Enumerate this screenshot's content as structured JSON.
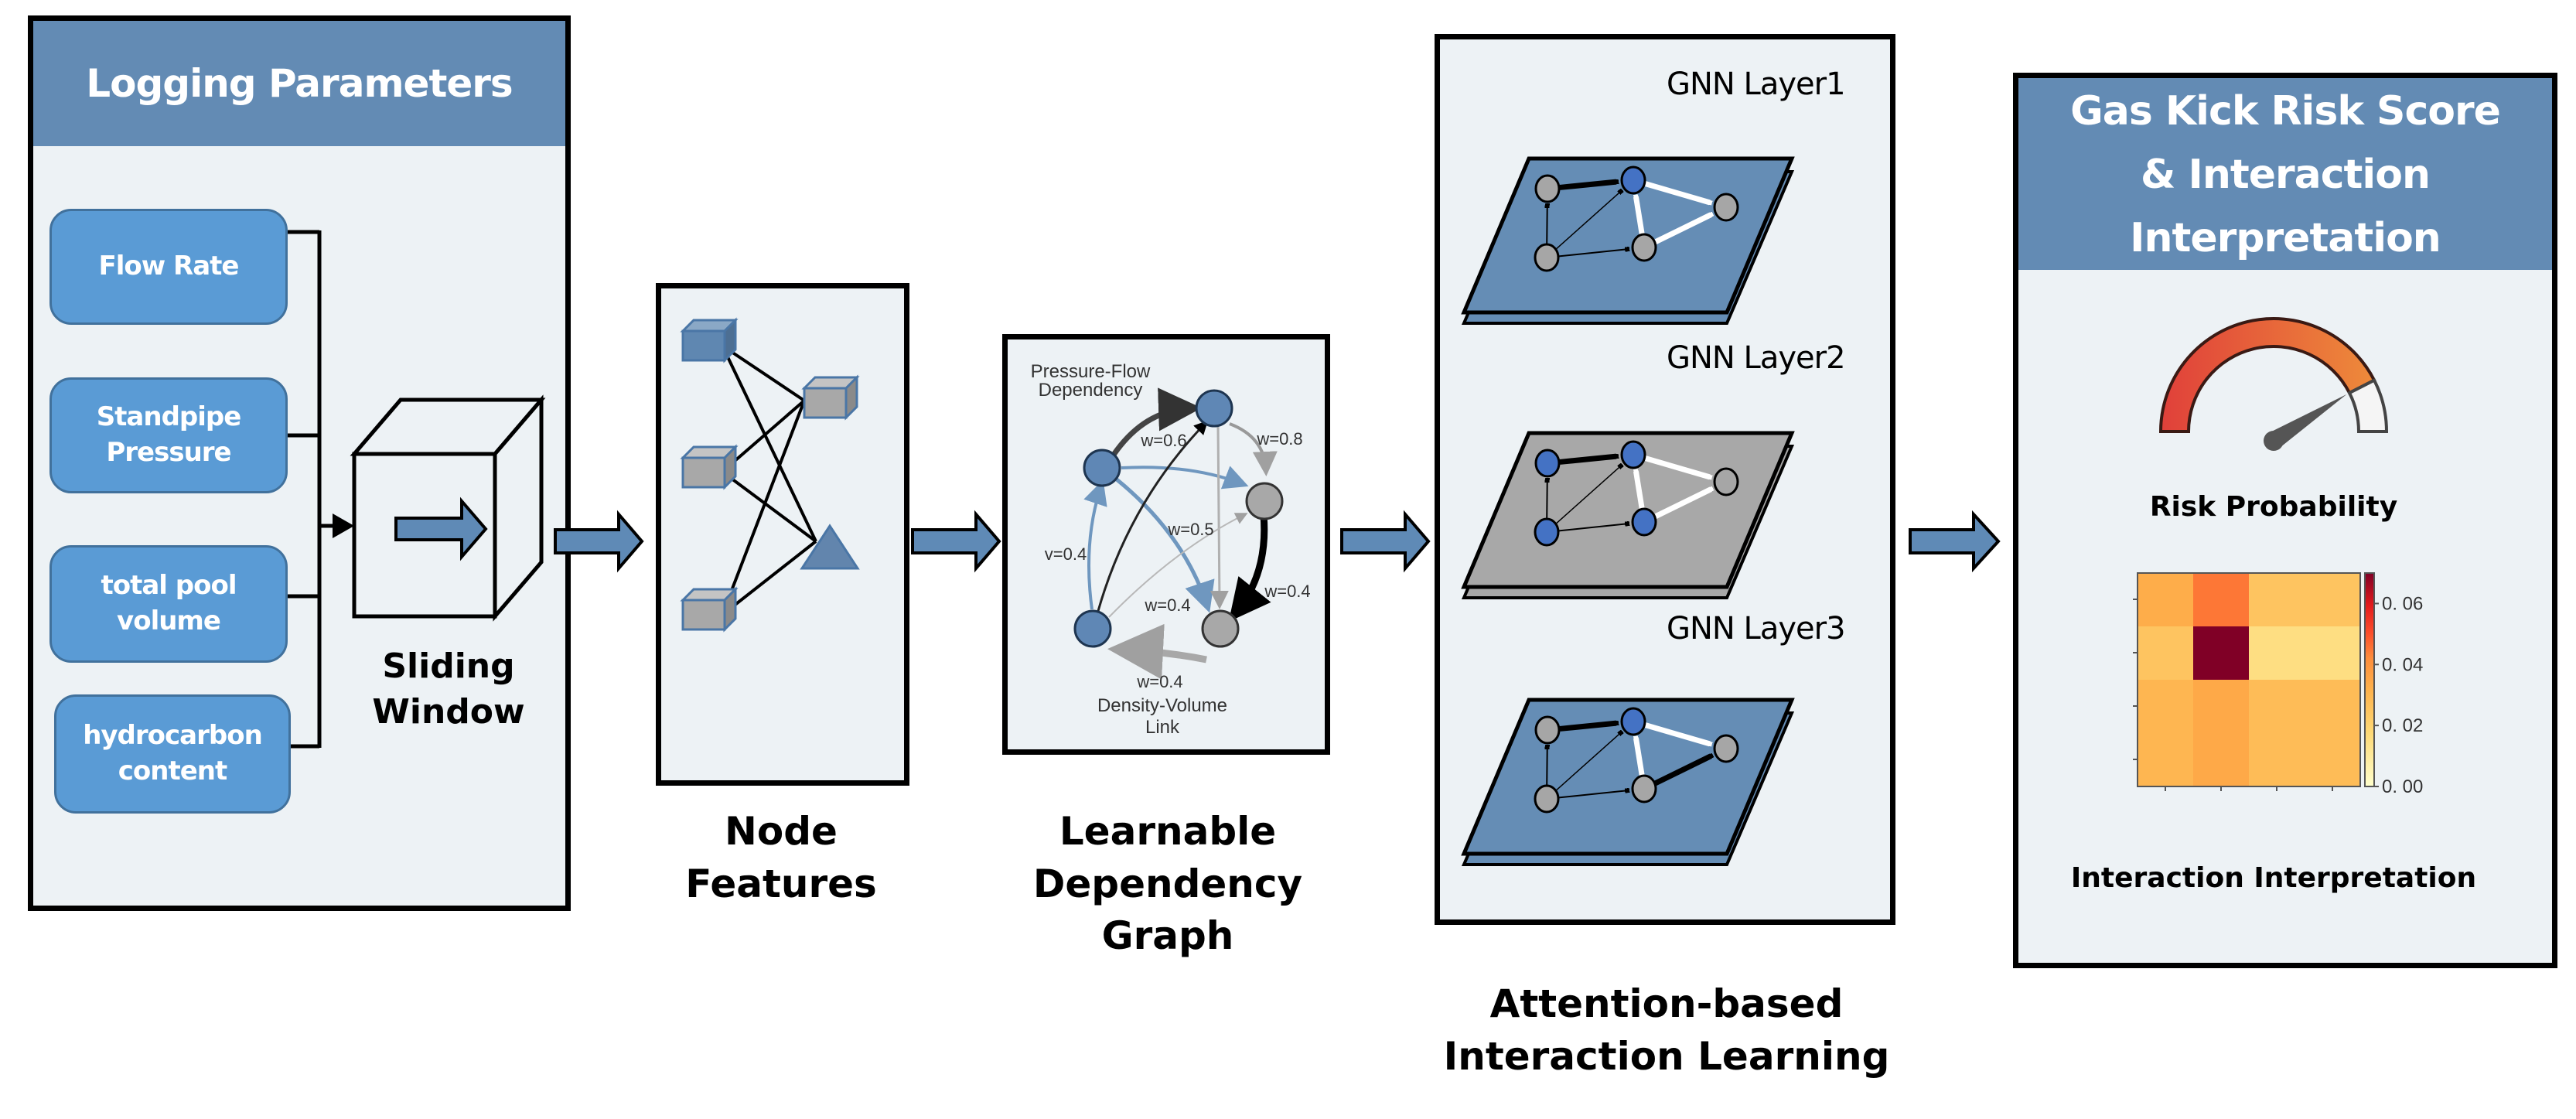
{
  "logging_parameters": {
    "title": "Logging Parameters",
    "params": [
      {
        "label": "Flow Rate"
      },
      {
        "label": "Standpipe\nPressure"
      },
      {
        "label": "total pool\nvolume"
      },
      {
        "label": "hydrocarbon\ncontent"
      }
    ],
    "sliding_window_label": "Sliding\nWindow"
  },
  "node_features": {
    "label": "Node\nFeatures"
  },
  "dependency_graph": {
    "label": "Learnable\nDependency\nGraph",
    "top_annotation": [
      "Pressure-Flow",
      "Dependency"
    ],
    "bottom_annotation": [
      "Density-Volume",
      "Link"
    ],
    "edge_weights": [
      "w=0.6",
      "w=0.8",
      "w=0.5",
      "v=0.4",
      "w=0.4",
      "w=0.4",
      "w=0.4"
    ]
  },
  "gnn": {
    "layers": [
      {
        "title": "GNN Layer1",
        "plane_color": "#658db5",
        "active_nodes": [
          1
        ]
      },
      {
        "title": "GNN Layer2",
        "plane_color": "#a8a8a8",
        "active_nodes": [
          1,
          3,
          4,
          0
        ]
      },
      {
        "title": "GNN Layer3",
        "plane_color": "#658db5",
        "active_nodes": [
          1
        ]
      }
    ],
    "label": "Attention-based\nInteraction Learning"
  },
  "output": {
    "title": "Gas Kick Risk Score\n&  Interaction\nInterpretation",
    "gauge_label": "Risk Probability",
    "gauge_value": 0.85,
    "heatmap_label": "Interaction Interpretation"
  },
  "colors": {
    "accent_blue": "#638bb4",
    "param_blue": "#5a9bd5",
    "panel_bg": "#edf2f5"
  },
  "chart_data": {
    "type": "heatmap",
    "title": "Interaction Interpretation",
    "rows": 4,
    "cols": 4,
    "values": [
      [
        0.033,
        0.045,
        0.025,
        0.025
      ],
      [
        0.025,
        0.07,
        0.015,
        0.015
      ],
      [
        0.03,
        0.034,
        0.028,
        0.028
      ],
      [
        0.03,
        0.034,
        0.028,
        0.028
      ]
    ],
    "colorbar": {
      "range": [
        0.0,
        0.07
      ],
      "ticks": [
        0.0,
        0.02,
        0.04,
        0.06
      ],
      "tick_labels": [
        "0. 00",
        "0. 02",
        "0. 04",
        "0. 06"
      ],
      "colormap": "YlOrRd"
    },
    "xticks": [
      "",
      "",
      "",
      ""
    ],
    "yticks": [
      "",
      "",
      "",
      ""
    ]
  }
}
